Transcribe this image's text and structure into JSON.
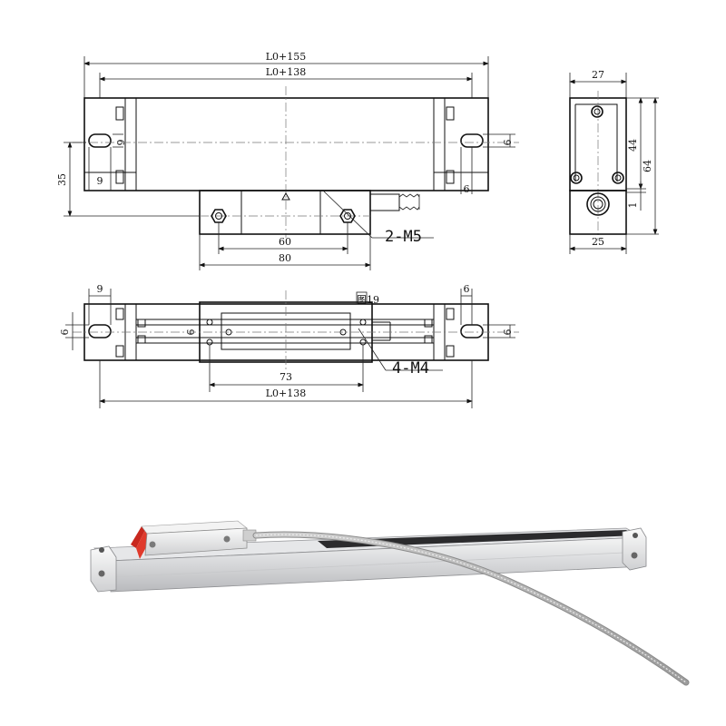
{
  "top_view": {
    "dim_overall": "L0+155",
    "dim_body": "L0+138",
    "dim_height": "35",
    "dim_slot_w_left": "9",
    "dim_slot_h_left": "6",
    "dim_slot_right": "9",
    "dim_slot_right_h": "6",
    "dim_block_60": "60",
    "dim_block_80": "80",
    "callout_m5": "2-M5"
  },
  "side_view": {
    "dim_top": "27",
    "dim_bottom": "25",
    "dim_44": "44",
    "dim_64": "64",
    "dim_1": "1"
  },
  "bottom_view": {
    "dim_slot_left_w": "9",
    "dim_slot_right_w": "6",
    "dim_left_h": "6",
    "dim_inner_9": "9",
    "dim_right_9": "9",
    "dim_73": "73",
    "dim_body": "L0+138",
    "callout_fig": "图19",
    "callout_m4": "4-M4"
  },
  "photo": {
    "icon": "linear-scale-photo"
  }
}
